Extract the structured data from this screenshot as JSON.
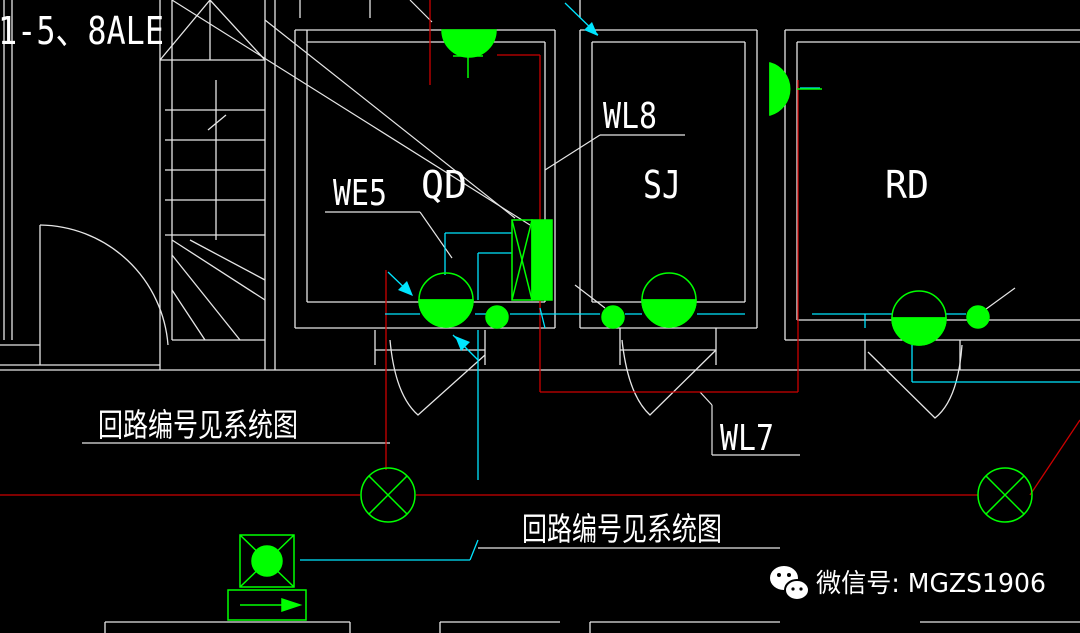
{
  "labels": {
    "top_left_ref": "1-5、8ALE",
    "room_qd": "QD",
    "room_sj": "SJ",
    "room_rd": "RD",
    "circuit_we5": "WE5",
    "circuit_wl8": "WL8",
    "circuit_wl7": "WL7",
    "note_circuit_1": "回路编号见系统图",
    "note_circuit_2": "回路编号见系统图"
  },
  "watermark": {
    "text": "微信号: MGZS1906",
    "icon": "wechat-icon"
  },
  "colors": {
    "background": "#000000",
    "wall": "#ffffff",
    "fixture": "#00ff00",
    "wire_cyan": "#00e5ff",
    "wire_red": "#cc0000",
    "text": "#ffffff"
  }
}
